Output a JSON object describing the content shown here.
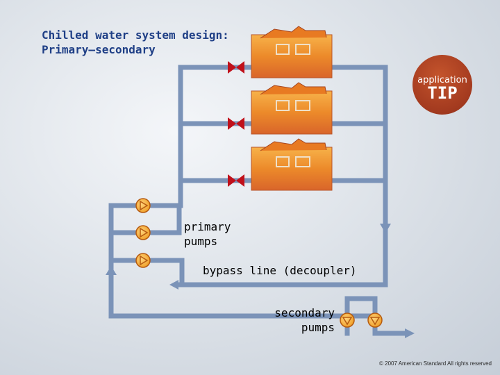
{
  "title": "Chilled water system design:\nPrimary–secondary",
  "badge": {
    "small": "application",
    "big": "TIP"
  },
  "labels": {
    "primary_pumps": "primary\npumps",
    "bypass_line": "bypass line (decoupler)",
    "secondary_pumps": "secondary\npumps"
  },
  "copyright": "© 2007 American Standard All rights reserved",
  "colors": {
    "pipe": "#7b93b8",
    "valve": "#c0101a",
    "pump_fill": "#f5a623",
    "chiller_top": "#f08a1c",
    "title": "#1f3f86",
    "badge": "#a33a1f"
  },
  "components": {
    "chillers": 3,
    "isolation_valves": 3,
    "primary_pumps": 3,
    "secondary_pumps": 2
  }
}
